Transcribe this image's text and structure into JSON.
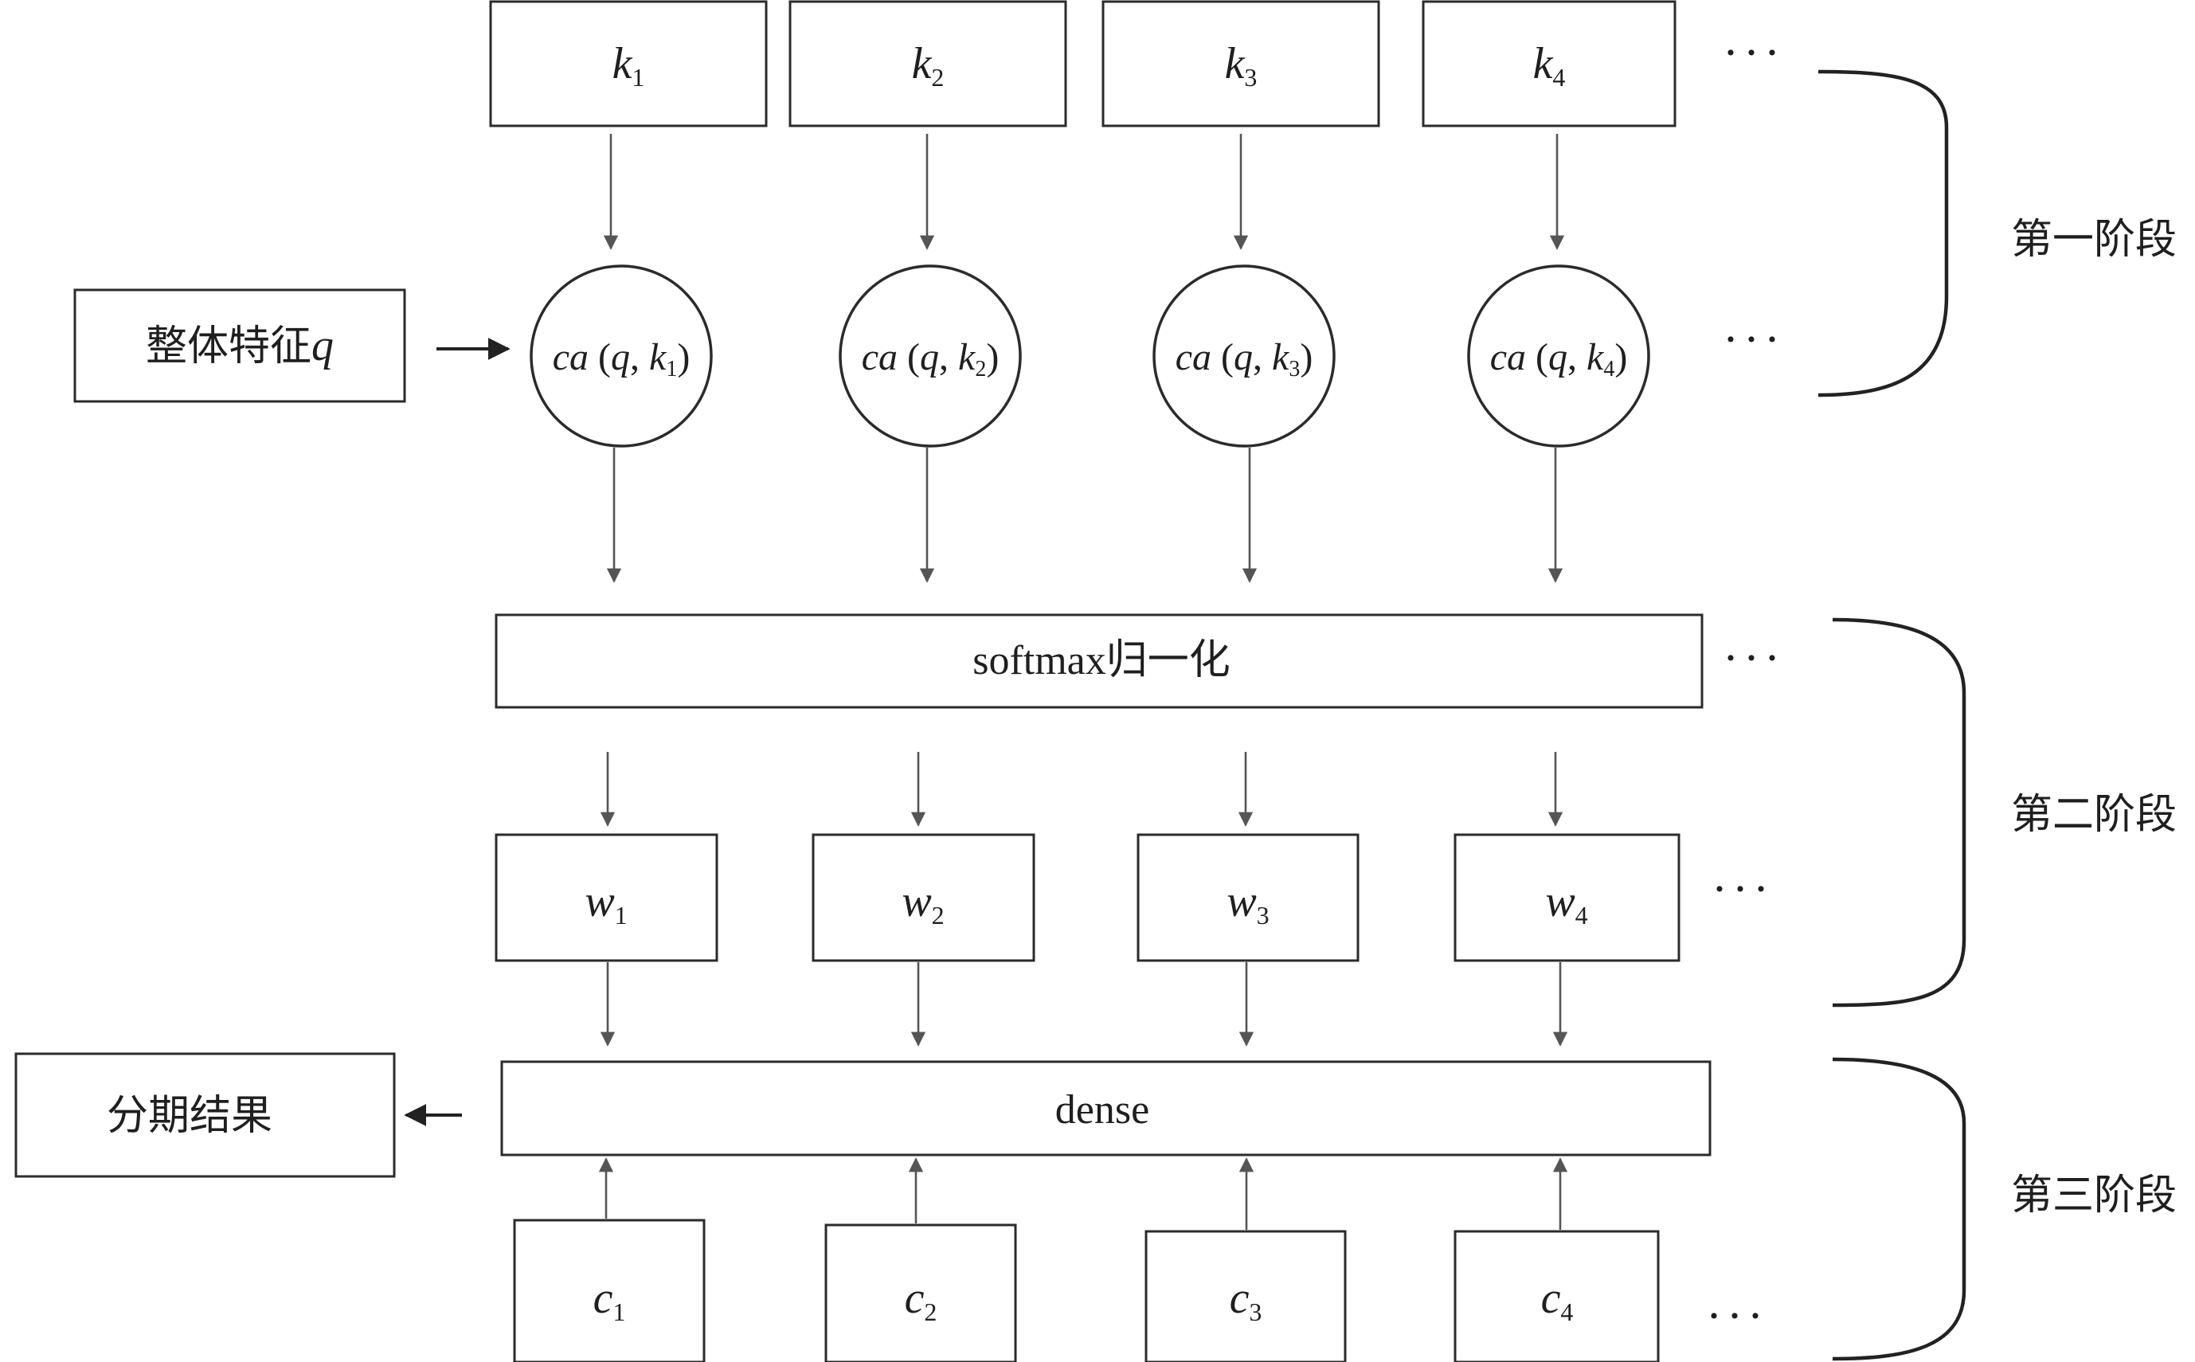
{
  "inputs_k": [
    {
      "base": "k",
      "sub": "1"
    },
    {
      "base": "k",
      "sub": "2"
    },
    {
      "base": "k",
      "sub": "3"
    },
    {
      "base": "k",
      "sub": "4"
    }
  ],
  "attention_nodes": [
    {
      "func": "ca",
      "arg": "q",
      "key": "k",
      "sub": "1"
    },
    {
      "func": "ca",
      "arg": "q",
      "key": "k",
      "sub": "2"
    },
    {
      "func": "ca",
      "arg": "q",
      "key": "k",
      "sub": "3"
    },
    {
      "func": "ca",
      "arg": "q",
      "key": "k",
      "sub": "4"
    }
  ],
  "global_feature": {
    "label": "整体特征",
    "var": "q"
  },
  "softmax_label": "softmax归一化",
  "weights": [
    {
      "base": "w",
      "sub": "1"
    },
    {
      "base": "w",
      "sub": "2"
    },
    {
      "base": "w",
      "sub": "3"
    },
    {
      "base": "w",
      "sub": "4"
    }
  ],
  "dense_label": "dense",
  "inputs_c": [
    {
      "base": "c",
      "sub": "1"
    },
    {
      "base": "c",
      "sub": "2"
    },
    {
      "base": "c",
      "sub": "3"
    },
    {
      "base": "c",
      "sub": "4"
    }
  ],
  "result_label": "分期结果",
  "ellipsis": "···",
  "stages": [
    "第一阶段",
    "第二阶段",
    "第三阶段"
  ]
}
